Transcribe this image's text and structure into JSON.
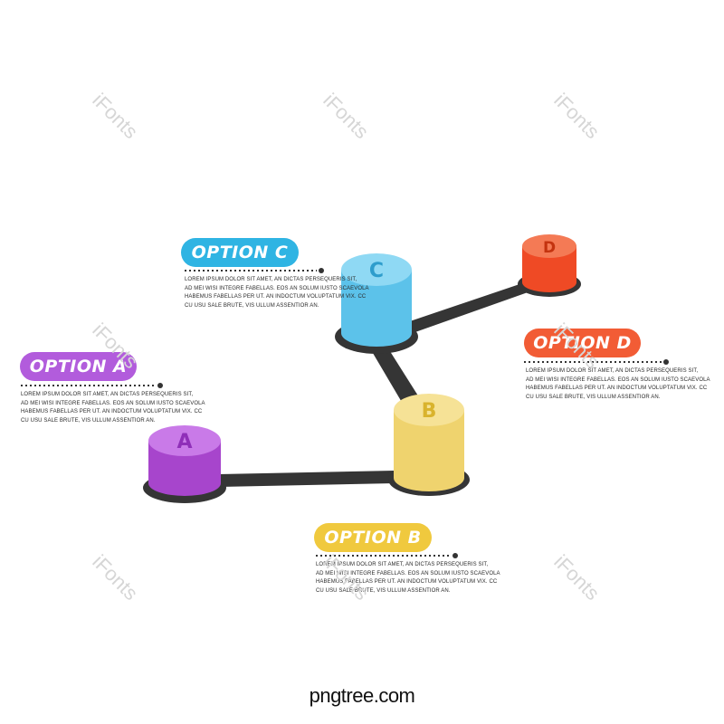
{
  "colors": {
    "track": "#353535",
    "a": "#c45de6",
    "b": "#f3d672",
    "c": "#5dc7ec",
    "d": "#f1512e",
    "pill_a": "#b25cdc",
    "pill_b": "#f0c93e",
    "pill_c": "#2fb4e3",
    "pill_d": "#f25c35"
  },
  "nodes": [
    {
      "id": "a",
      "letter": "A"
    },
    {
      "id": "b",
      "letter": "B"
    },
    {
      "id": "c",
      "letter": "C"
    },
    {
      "id": "d",
      "letter": "D"
    }
  ],
  "options": {
    "a": {
      "title": "OPTION A",
      "lines": [
        "LOREM IPSUM DOLOR SIT AMET, AN DICTAS PERSEQUERIS SIT,",
        "AD MEI WISI INTEGRE FABELLAS. EOS AN SOLUM IUSTO SCAEVOLA",
        "HABEMUS FABELLAS PER UT. AN INDOCTUM VOLUPTATUM VIX. CC",
        "CU USU SALE BRUTE, VIS ULLUM ASSENTIOR AN."
      ]
    },
    "b": {
      "title": "OPTION B",
      "lines": [
        "LOREM IPSUM DOLOR SIT AMET, AN DICTAS PERSEQUERIS SIT,",
        "AD MEI WISI INTEGRE FABELLAS. EOS AN SOLUM IUSTO SCAEVOLA",
        "HABEMUS FABELLAS PER UT. AN INDOCTUM VOLUPTATUM VIX. CC",
        "CU USU SALE BRUTE, VIS ULLUM ASSENTIOR AN."
      ]
    },
    "c": {
      "title": "OPTION C",
      "lines": [
        "LOREM IPSUM DOLOR SIT AMET, AN DICTAS PERSEQUERIS SIT,",
        "AD MEI WISI INTEGRE FABELLAS. EOS AN SOLUM IUSTO SCAEVOLA",
        "HABEMUS FABELLAS PER UT. AN INDOCTUM VOLUPTATUM VIX. CC",
        "CU USU SALE BRUTE, VIS ULLUM ASSENTIOR AN."
      ]
    },
    "d": {
      "title": "OPTION D",
      "lines": [
        "LOREM IPSUM DOLOR SIT AMET, AN DICTAS PERSEQUERIS SIT,",
        "AD MEI WISI INTEGRE FABELLAS. EOS AN SOLUM IUSTO SCAEVOLA",
        "HABEMUS FABELLAS PER UT. AN INDOCTUM VOLUPTATUM VIX. CC",
        "CU USU SALE BRUTE, VIS ULLUM ASSENTIOR AN."
      ]
    }
  },
  "watermark": "iFonts",
  "brand": "pngtree.com"
}
